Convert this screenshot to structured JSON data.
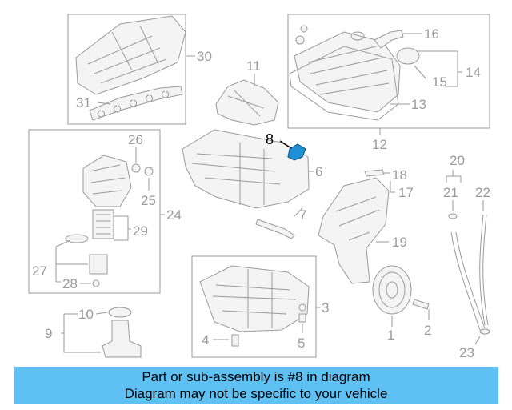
{
  "diagram": {
    "callouts": {
      "c1": "1",
      "c2": "2",
      "c3": "3",
      "c4": "4",
      "c5": "5",
      "c6": "6",
      "c7": "7",
      "c8": "8",
      "c9": "9",
      "c10": "10",
      "c11": "11",
      "c12": "12",
      "c13": "13",
      "c14": "14",
      "c15": "15",
      "c16": "16",
      "c17": "17",
      "c18": "18",
      "c19": "19",
      "c20": "20",
      "c21": "21",
      "c22": "22",
      "c23": "23",
      "c24": "24",
      "c25": "25",
      "c26": "26",
      "c27": "27",
      "c28": "28",
      "c29": "29",
      "c30": "30",
      "c31": "31"
    },
    "highlighted_part": "8",
    "highlight_color": "#000000",
    "part_color": "#9a9a9a",
    "sensor_color": "#1f8fd6"
  },
  "caption": {
    "line1": "Part or sub-assembly is #8 in diagram",
    "line2": "Diagram may not be specific to your vehicle",
    "background": "#5ec0f3"
  }
}
